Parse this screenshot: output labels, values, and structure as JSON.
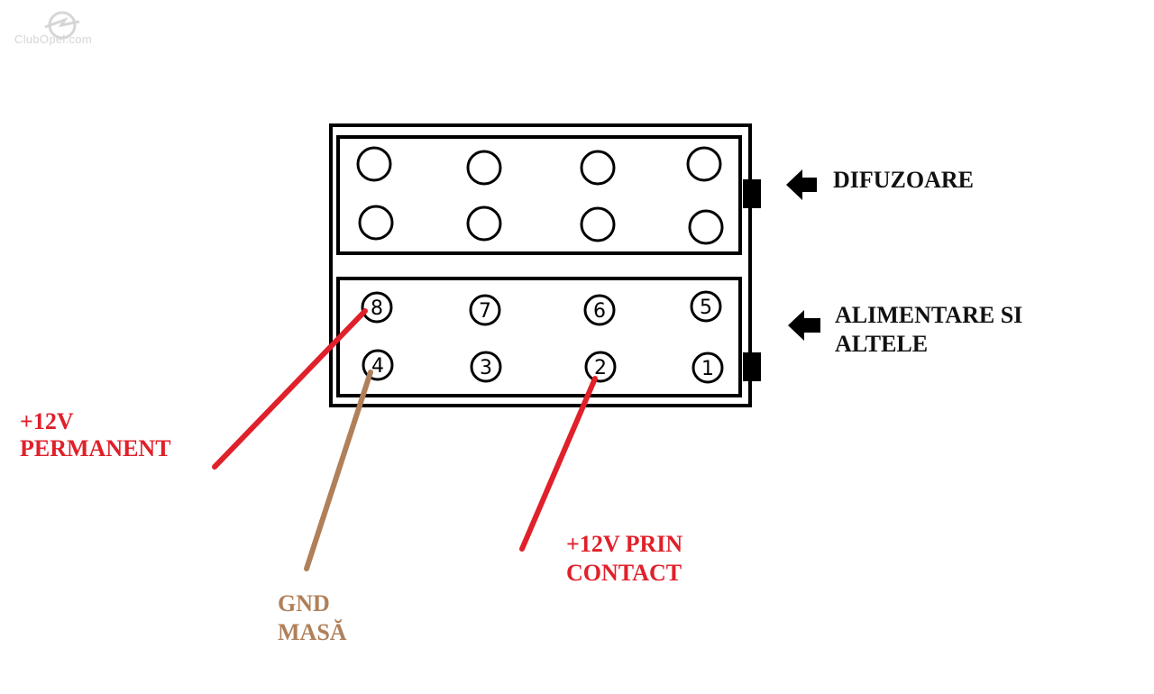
{
  "watermark": {
    "text": "ClubOpel.com"
  },
  "labels": {
    "speakers": "DIFUZOARE",
    "power_line1": "ALIMENTARE SI",
    "power_line2": "ALTELE",
    "plus12_permanent_line1": "+12V",
    "plus12_permanent_line2": "PERMANENT",
    "gnd_line1": "GND",
    "gnd_line2": "MASĂ",
    "plus12_contact_line1": "+12V PRIN",
    "plus12_contact_line2": "CONTACT"
  },
  "power_pins": {
    "top_row": [
      "8",
      "7",
      "6",
      "5"
    ],
    "bottom_row": [
      "4",
      "3",
      "2",
      "1"
    ]
  },
  "colors": {
    "wire_red": "#e0202a",
    "wire_brown": "#b0805a",
    "outline": "#000000"
  }
}
